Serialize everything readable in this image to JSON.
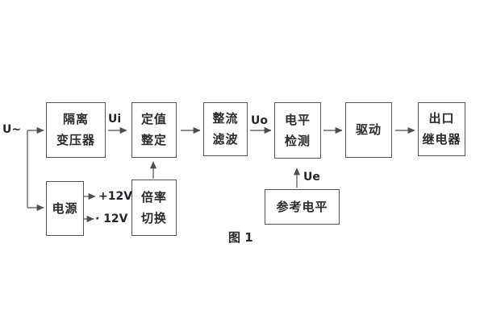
{
  "figure": {
    "caption": "图 1"
  },
  "signals": {
    "input": "U~",
    "ui": "Ui",
    "uo": "Uo",
    "ue": "Ue",
    "rail_positive": "+12V",
    "rail_negative": "· 12V"
  },
  "blocks": {
    "isolation_transformer": {
      "lines": [
        "隔离",
        "变压器"
      ]
    },
    "setting": {
      "lines": [
        "定值",
        "整定"
      ]
    },
    "rectifier_filter": {
      "lines": [
        "整流",
        "滤波"
      ]
    },
    "level_detection": {
      "lines": [
        "电平",
        "检测"
      ]
    },
    "drive": {
      "lines": [
        "驱动"
      ]
    },
    "output_relay": {
      "lines": [
        "出口",
        "继电器"
      ]
    },
    "power_supply": {
      "lines": [
        "电源"
      ]
    },
    "ratio_switch": {
      "lines": [
        "倍率",
        "切换"
      ]
    },
    "reference_level": {
      "lines": [
        "参考电平"
      ]
    }
  },
  "colors": {
    "background": "#ffffff",
    "line": "#4f4f4f",
    "text": "#2a2a2a"
  }
}
